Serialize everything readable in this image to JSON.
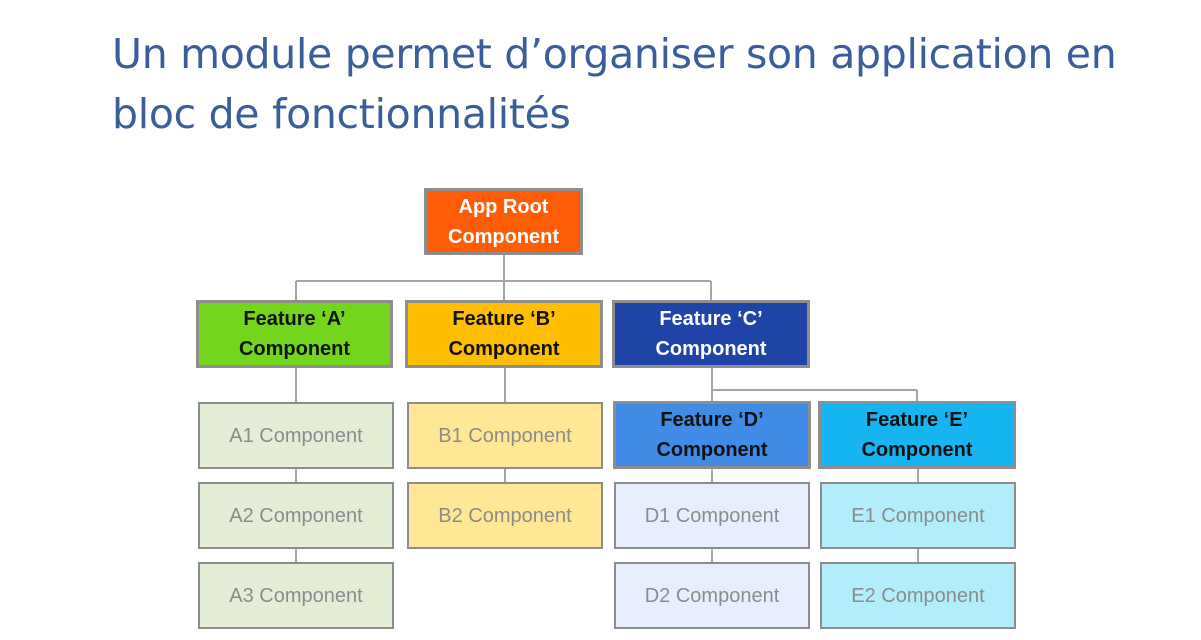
{
  "slide": {
    "title_line1": "Un module permet d’organiser son application en",
    "title_line2": "bloc de fonctionnalités"
  },
  "diagram": {
    "root": {
      "line1": "App Root",
      "line2": "Component"
    },
    "feature_a": {
      "line1": "Feature ‘A’",
      "line2": "Component"
    },
    "feature_b": {
      "line1": "Feature ‘B’",
      "line2": "Component"
    },
    "feature_c": {
      "line1": "Feature ‘C’",
      "line2": "Component"
    },
    "feature_d": {
      "line1": "Feature ‘D’",
      "line2": "Component"
    },
    "feature_e": {
      "line1": "Feature ‘E’",
      "line2": "Component"
    },
    "leaves": {
      "a1": "A1 Component",
      "a2": "A2 Component",
      "a3": "A3 Component",
      "b1": "B1 Component",
      "b2": "B2 Component",
      "d1": "D1 Component",
      "d2": "D2 Component",
      "e1": "E1 Component",
      "e2": "E2 Component"
    },
    "colors": {
      "root": "#ff5c06",
      "feature_a": "#73d61c",
      "feature_b": "#ffbf00",
      "feature_c": "#1e44a8",
      "feature_d": "#3f8be6",
      "feature_e": "#16b4f0",
      "title": "#3a5d9b"
    }
  }
}
